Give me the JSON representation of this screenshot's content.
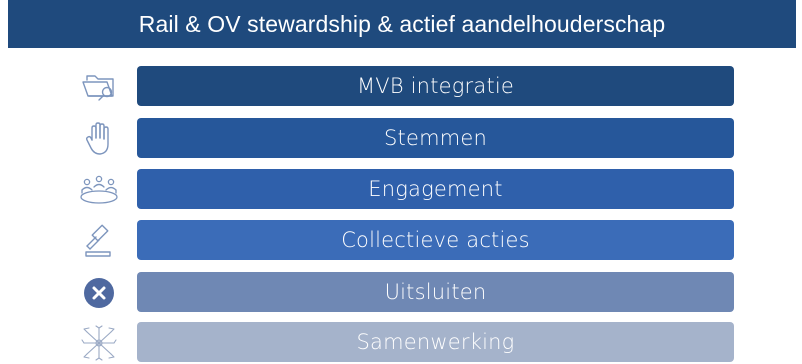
{
  "header": {
    "title": "Rail & OV stewardship & actief aandelhouderschap"
  },
  "items": [
    {
      "label": "MVB integratie",
      "icon": "folder-search-icon",
      "color": "#1f4a7d"
    },
    {
      "label": "Stemmen",
      "icon": "raised-hand-icon",
      "color": "#26579a"
    },
    {
      "label": "Engagement",
      "icon": "meeting-table-icon",
      "color": "#2f60ab"
    },
    {
      "label": "Collectieve acties",
      "icon": "gavel-icon",
      "color": "#3b6cb8"
    },
    {
      "label": "Uitsluiten",
      "icon": "exclude-x-icon",
      "color": "#6f88b4"
    },
    {
      "label": "Samenwerking",
      "icon": "hands-together-icon",
      "color": "#a5b3cb"
    }
  ]
}
